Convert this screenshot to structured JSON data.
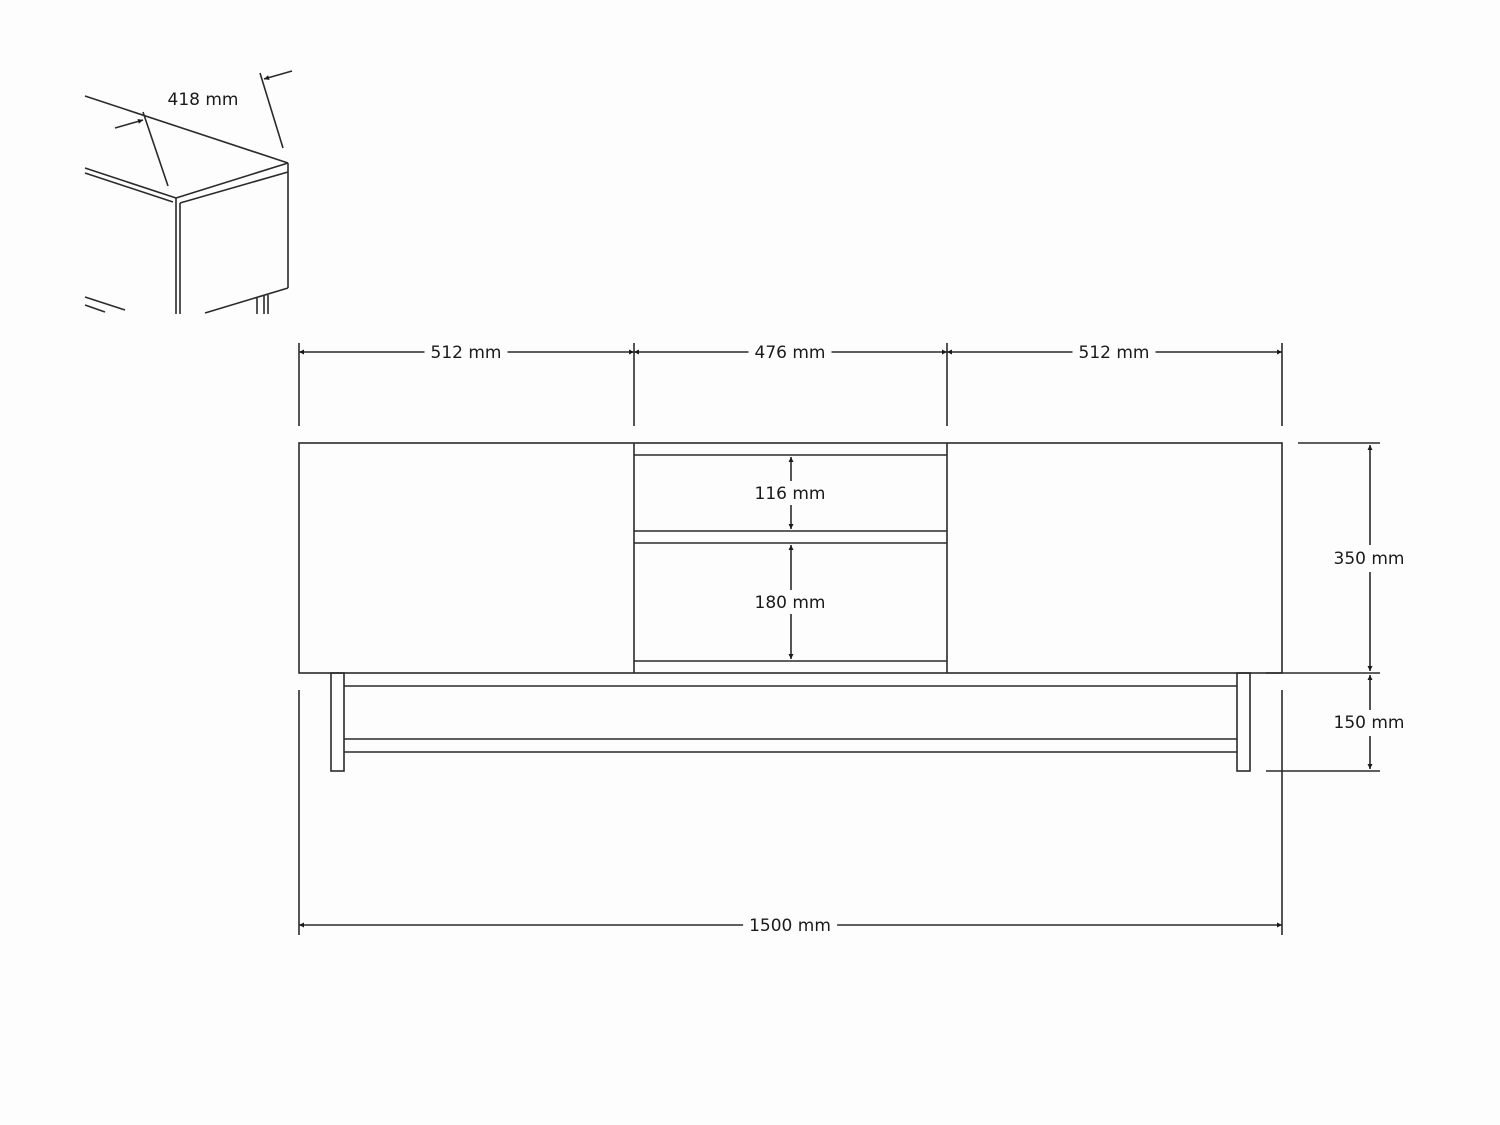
{
  "drawing": {
    "type": "technical dimension drawing",
    "subject": "TV stand / media console",
    "units": "mm",
    "line_color": "#2b2b2b",
    "background": "#fdfdfd"
  },
  "dimensions": {
    "depth": "418 mm",
    "left_compartment_width": "512 mm",
    "center_compartment_width": "476 mm",
    "right_compartment_width": "512 mm",
    "upper_shelf_height": "116 mm",
    "lower_shelf_height": "180 mm",
    "cabinet_height": "350 mm",
    "leg_height": "150 mm",
    "total_width": "1500 mm"
  }
}
